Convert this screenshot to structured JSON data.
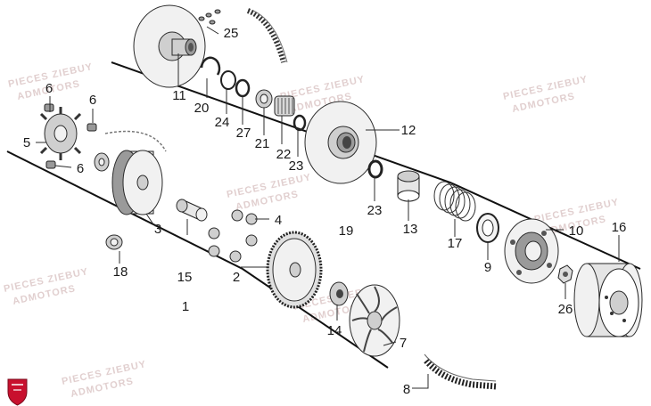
{
  "diagram": {
    "part_numbers": [
      "1",
      "2",
      "3",
      "4",
      "5",
      "6",
      "6",
      "6",
      "7",
      "8",
      "9",
      "10",
      "11",
      "12",
      "13",
      "14",
      "15",
      "16",
      "17",
      "18",
      "19",
      "20",
      "21",
      "22",
      "23",
      "23",
      "24",
      "25",
      "26",
      "27"
    ],
    "watermark_line1": "PIECES ZIEBUY",
    "watermark_line2": "ADMOTORS"
  }
}
